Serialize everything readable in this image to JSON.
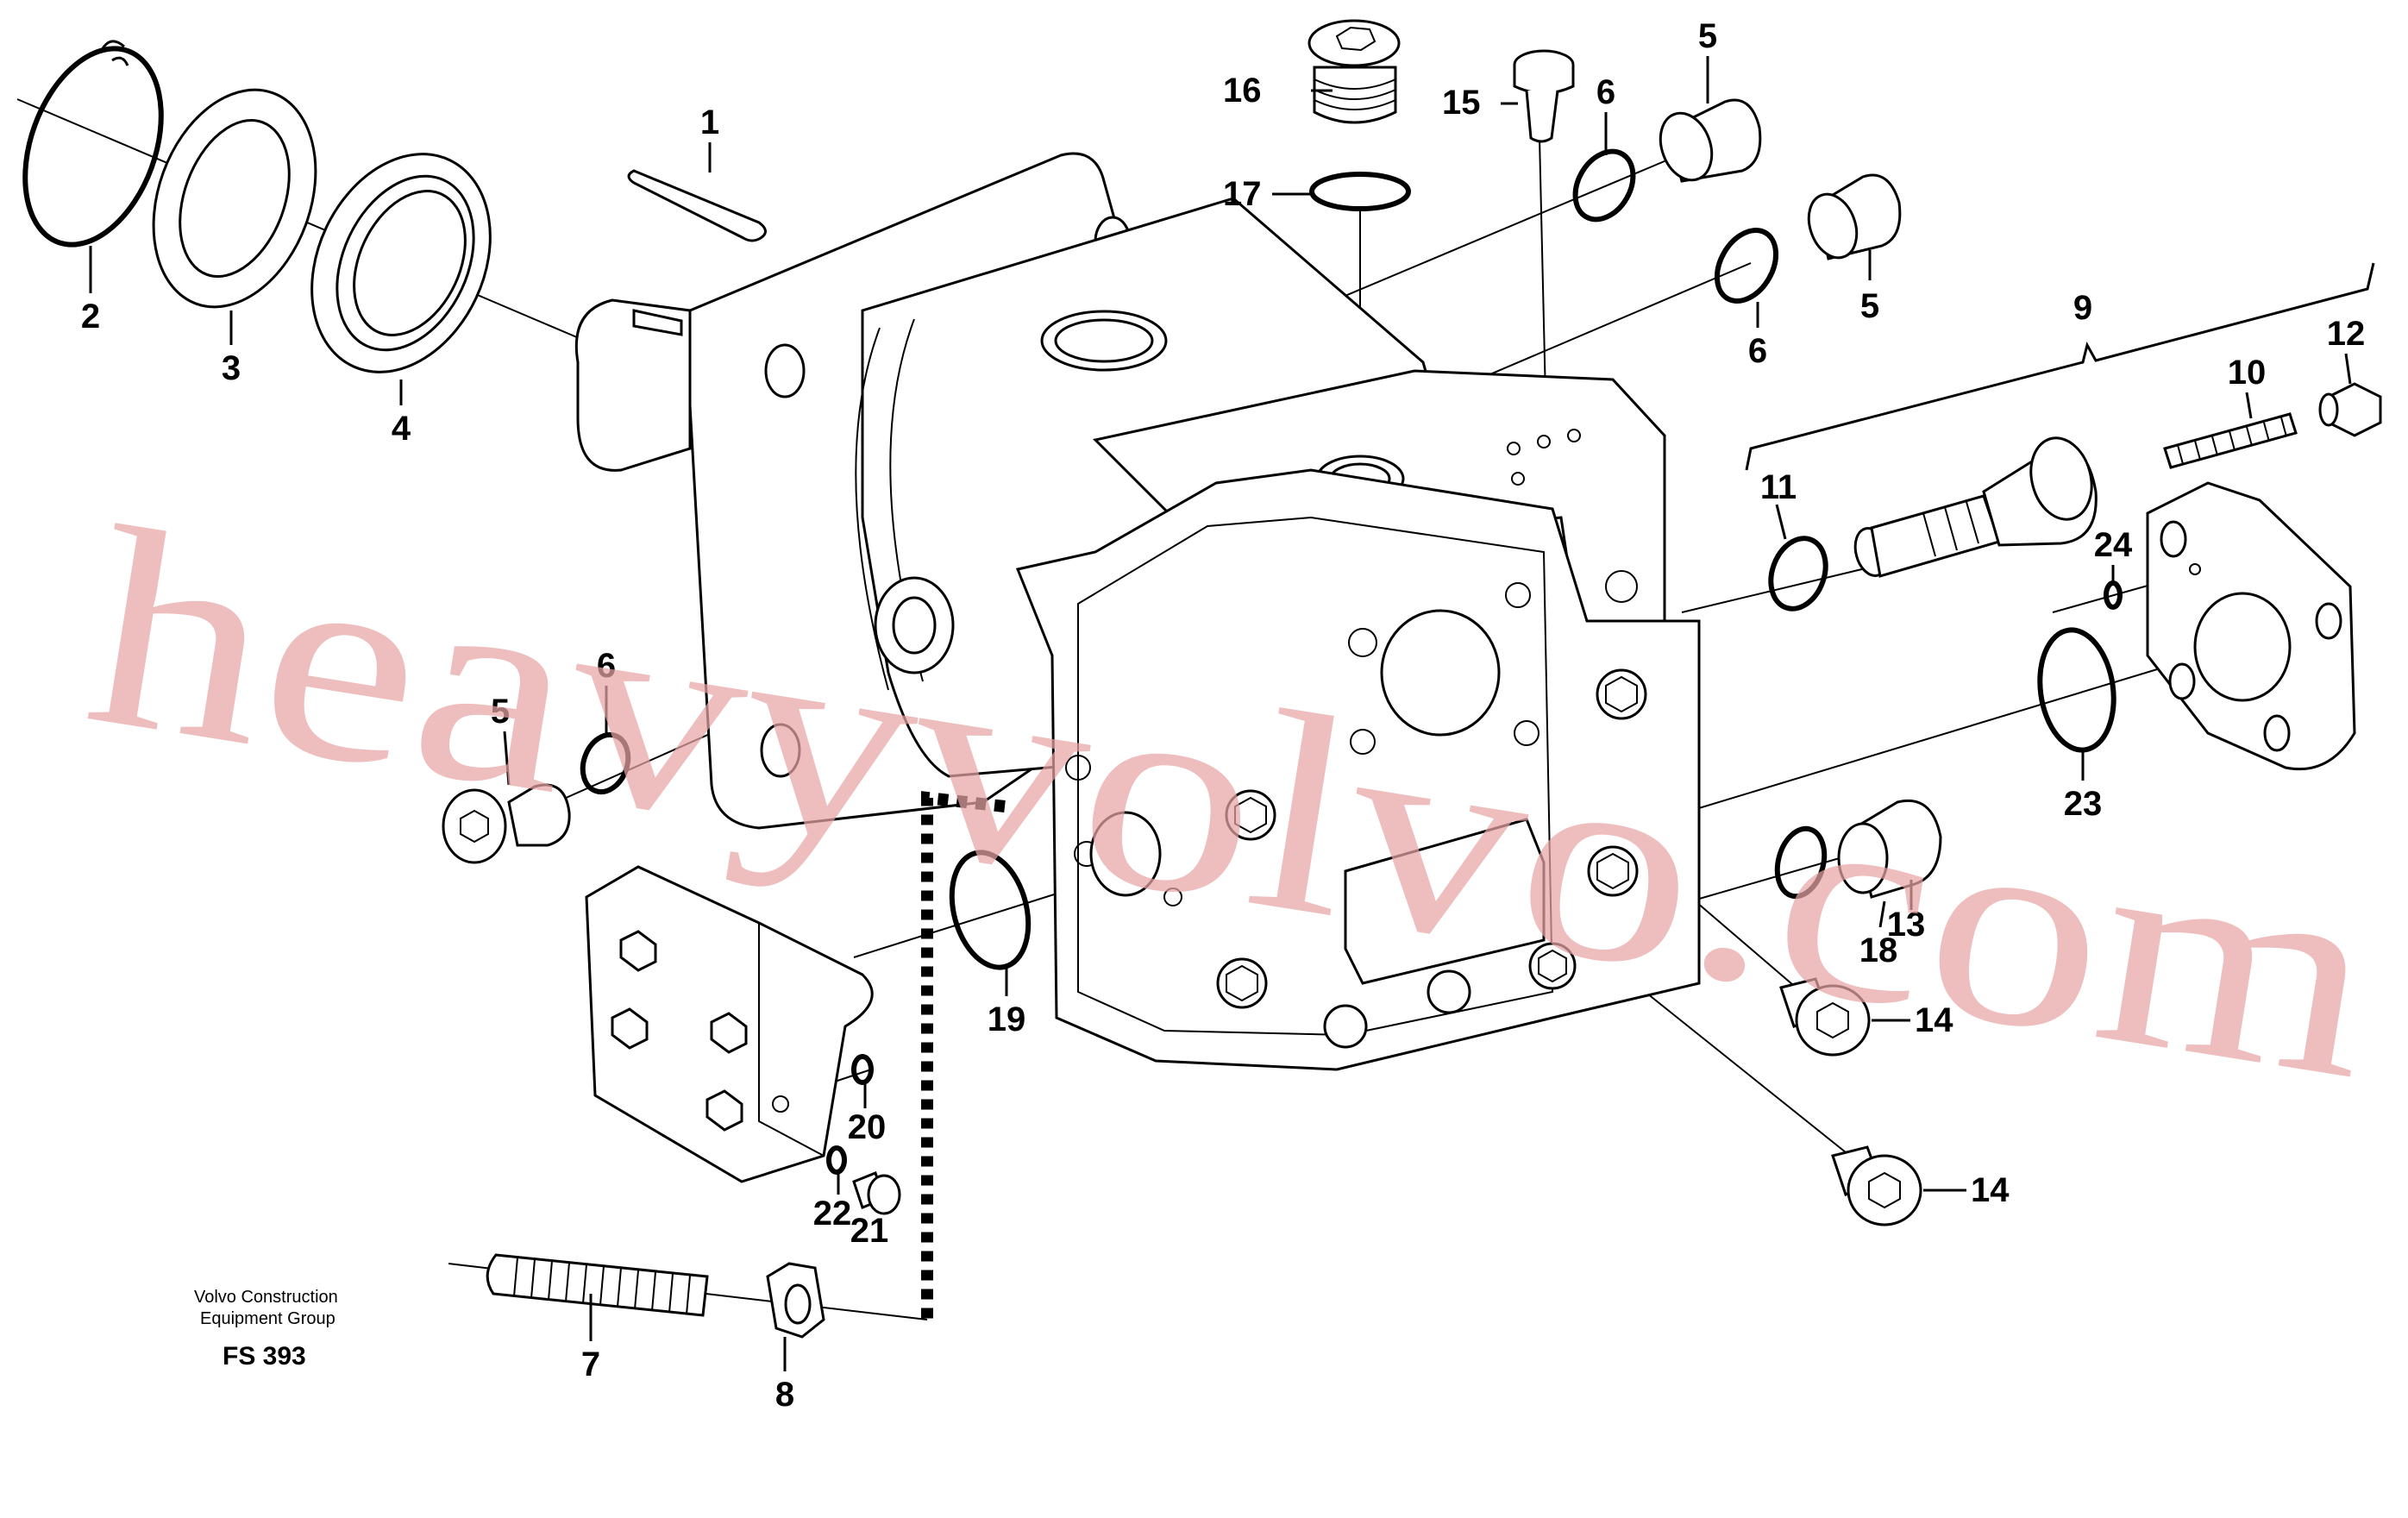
{
  "diagram": {
    "callouts": [
      {
        "id": "c1",
        "text": "1"
      },
      {
        "id": "c2",
        "text": "2"
      },
      {
        "id": "c3",
        "text": "3"
      },
      {
        "id": "c4",
        "text": "4"
      },
      {
        "id": "c5a",
        "text": "5"
      },
      {
        "id": "c5b",
        "text": "5"
      },
      {
        "id": "c5c",
        "text": "5"
      },
      {
        "id": "c6a",
        "text": "6"
      },
      {
        "id": "c6b",
        "text": "6"
      },
      {
        "id": "c6c",
        "text": "6"
      },
      {
        "id": "c7",
        "text": "7"
      },
      {
        "id": "c8",
        "text": "8"
      },
      {
        "id": "c9",
        "text": "9"
      },
      {
        "id": "c10",
        "text": "10"
      },
      {
        "id": "c11",
        "text": "11"
      },
      {
        "id": "c12",
        "text": "12"
      },
      {
        "id": "c13",
        "text": "13"
      },
      {
        "id": "c14a",
        "text": "14"
      },
      {
        "id": "c14b",
        "text": "14"
      },
      {
        "id": "c15",
        "text": "15"
      },
      {
        "id": "c16",
        "text": "16"
      },
      {
        "id": "c17",
        "text": "17"
      },
      {
        "id": "c18",
        "text": "18"
      },
      {
        "id": "c19",
        "text": "19"
      },
      {
        "id": "c20",
        "text": "20"
      },
      {
        "id": "c21",
        "text": "21"
      },
      {
        "id": "c22",
        "text": "22"
      },
      {
        "id": "c23",
        "text": "23"
      },
      {
        "id": "c24",
        "text": "24"
      }
    ],
    "credit_line1": "Volvo Construction",
    "credit_line2": "Equipment Group",
    "figure_code": "FS 393",
    "watermark": "heavyvolvo.com"
  },
  "colors": {
    "ink": "#000000",
    "watermark": "#e7a3a3",
    "background": "#ffffff"
  }
}
